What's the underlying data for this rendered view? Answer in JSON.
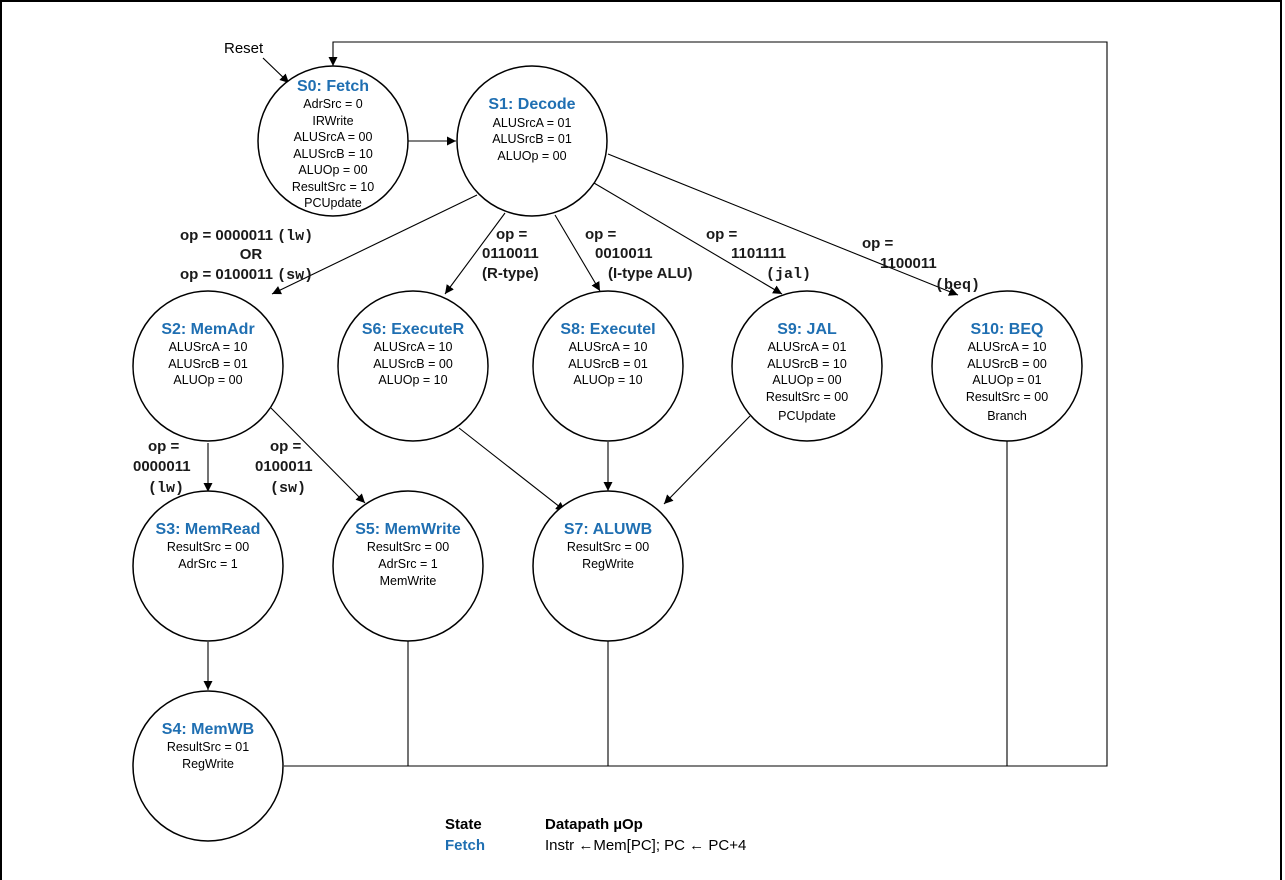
{
  "reset_label": "Reset",
  "colors": {
    "state_name": "#1f6fb2",
    "line": "#000000",
    "text": "#1a1a1a"
  },
  "states": [
    {
      "id": "s0",
      "name": "S0: Fetch",
      "lines": [
        "AdrSrc = 0",
        "IRWrite",
        "ALUSrcA = 00",
        "ALUSrcB = 10",
        "ALUOp = 00",
        "ResultSrc = 10",
        "PCUpdate"
      ]
    },
    {
      "id": "s1",
      "name": "S1: Decode",
      "lines": [
        "ALUSrcA = 01",
        "ALUSrcB = 01",
        "ALUOp = 00"
      ]
    },
    {
      "id": "s2",
      "name": "S2: MemAdr",
      "lines": [
        "ALUSrcA = 10",
        "ALUSrcB = 01",
        "ALUOp = 00"
      ]
    },
    {
      "id": "s6",
      "name": "S6: ExecuteR",
      "lines": [
        "ALUSrcA = 10",
        "ALUSrcB = 00",
        "ALUOp = 10"
      ]
    },
    {
      "id": "s8",
      "name": "S8: ExecuteI",
      "lines": [
        "ALUSrcA = 10",
        "ALUSrcB = 01",
        "ALUOp = 10"
      ]
    },
    {
      "id": "s9",
      "name": "S9: JAL",
      "lines": [
        "ALUSrcA = 01",
        "ALUSrcB = 10",
        "ALUOp = 00",
        "ResultSrc = 00",
        "PCUpdate"
      ]
    },
    {
      "id": "s10",
      "name": "S10: BEQ",
      "lines": [
        "ALUSrcA = 10",
        "ALUSrcB = 00",
        "ALUOp = 01",
        "ResultSrc = 00",
        "Branch"
      ]
    },
    {
      "id": "s3",
      "name": "S3: MemRead",
      "lines": [
        "ResultSrc = 00",
        "AdrSrc = 1"
      ]
    },
    {
      "id": "s5",
      "name": "S5: MemWrite",
      "lines": [
        "ResultSrc = 00",
        "AdrSrc = 1",
        "MemWrite"
      ]
    },
    {
      "id": "s7",
      "name": "S7: ALUWB",
      "lines": [
        "ResultSrc = 00",
        "RegWrite"
      ]
    },
    {
      "id": "s4",
      "name": "S4: MemWB",
      "lines": [
        "ResultSrc = 01",
        "RegWrite"
      ]
    }
  ],
  "labels": {
    "memadr": {
      "line1": "op = 0000011 ",
      "line1_mono": "(lw)",
      "line2": "OR",
      "line3": "op = 0100011 ",
      "line3_mono": "(sw)"
    },
    "rtype": {
      "line1": "op =",
      "line2": "0110011",
      "line3": "(R-type)"
    },
    "itype": {
      "line1": "op =",
      "line2": "0010011",
      "line3": "(I-type ALU)"
    },
    "jal": {
      "line1": "op =",
      "line2": "1101111",
      "line3_mono": "(jal)"
    },
    "beq": {
      "line1": "op =",
      "line2": "1100011",
      "line3_mono": "(beq)"
    },
    "lw": {
      "line1": "op =",
      "line2": "0000011",
      "line3_mono": "(lw)"
    },
    "sw": {
      "line1": "op =",
      "line2": "0100011",
      "line3_mono": "(sw)"
    }
  },
  "table": {
    "header_state": "State",
    "header_op": "Datapath µOp",
    "rows": [
      {
        "state": "Fetch",
        "op": "Instr ←Mem[PC]; PC ← PC+4"
      }
    ]
  }
}
